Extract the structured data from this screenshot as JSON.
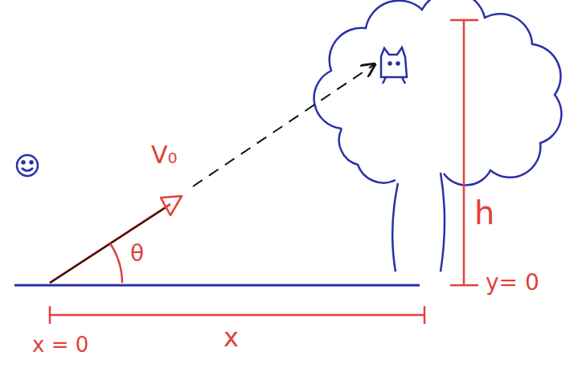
{
  "diagram": {
    "labels": [
      "V₀",
      "θ",
      "h",
      "y= 0",
      "x = 0",
      "x"
    ]
  }
}
